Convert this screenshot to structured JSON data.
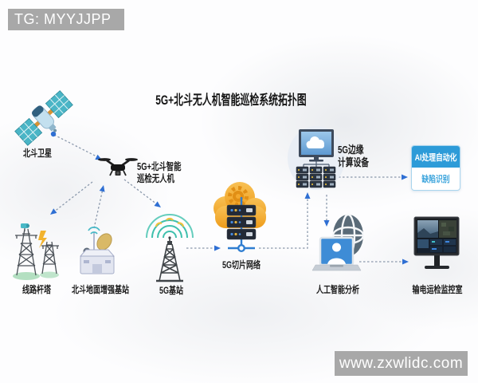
{
  "watermark_top": "TG: MYYJJPP",
  "watermark_bottom": "www.zxwlidc.com",
  "title": "5G+北斗无人机智能巡检系统拓扑图",
  "labels": {
    "satellite": "北斗卫星",
    "drone_line1": "5G+北斗智能",
    "drone_line2": "巡检无人机",
    "towers": "线路杆塔",
    "ground_station": "北斗地面增强基站",
    "base_station": "5G基站",
    "slice_network": "5G切片网络",
    "edge_line1": "5G边缘",
    "edge_line2": "计算设备",
    "ai_processing": "AI处理自动化",
    "defect_recognition": "缺陷识别",
    "ai_analysis": "人工智能分析",
    "monitor_room": "输电运检监控室"
  },
  "colors": {
    "watermark_bg": "#a8a8a8",
    "dash_gray": "#8b99ac",
    "arrow_blue": "#2f6fd3",
    "solid_line_blue": "#2e7dd1",
    "cloud_orange": "#f3a82e",
    "teal": "#45b8c4",
    "wifi_teal": "#3fc0ad",
    "ai_box_blue": "#2d9bd8",
    "server_dark": "#232a36"
  }
}
